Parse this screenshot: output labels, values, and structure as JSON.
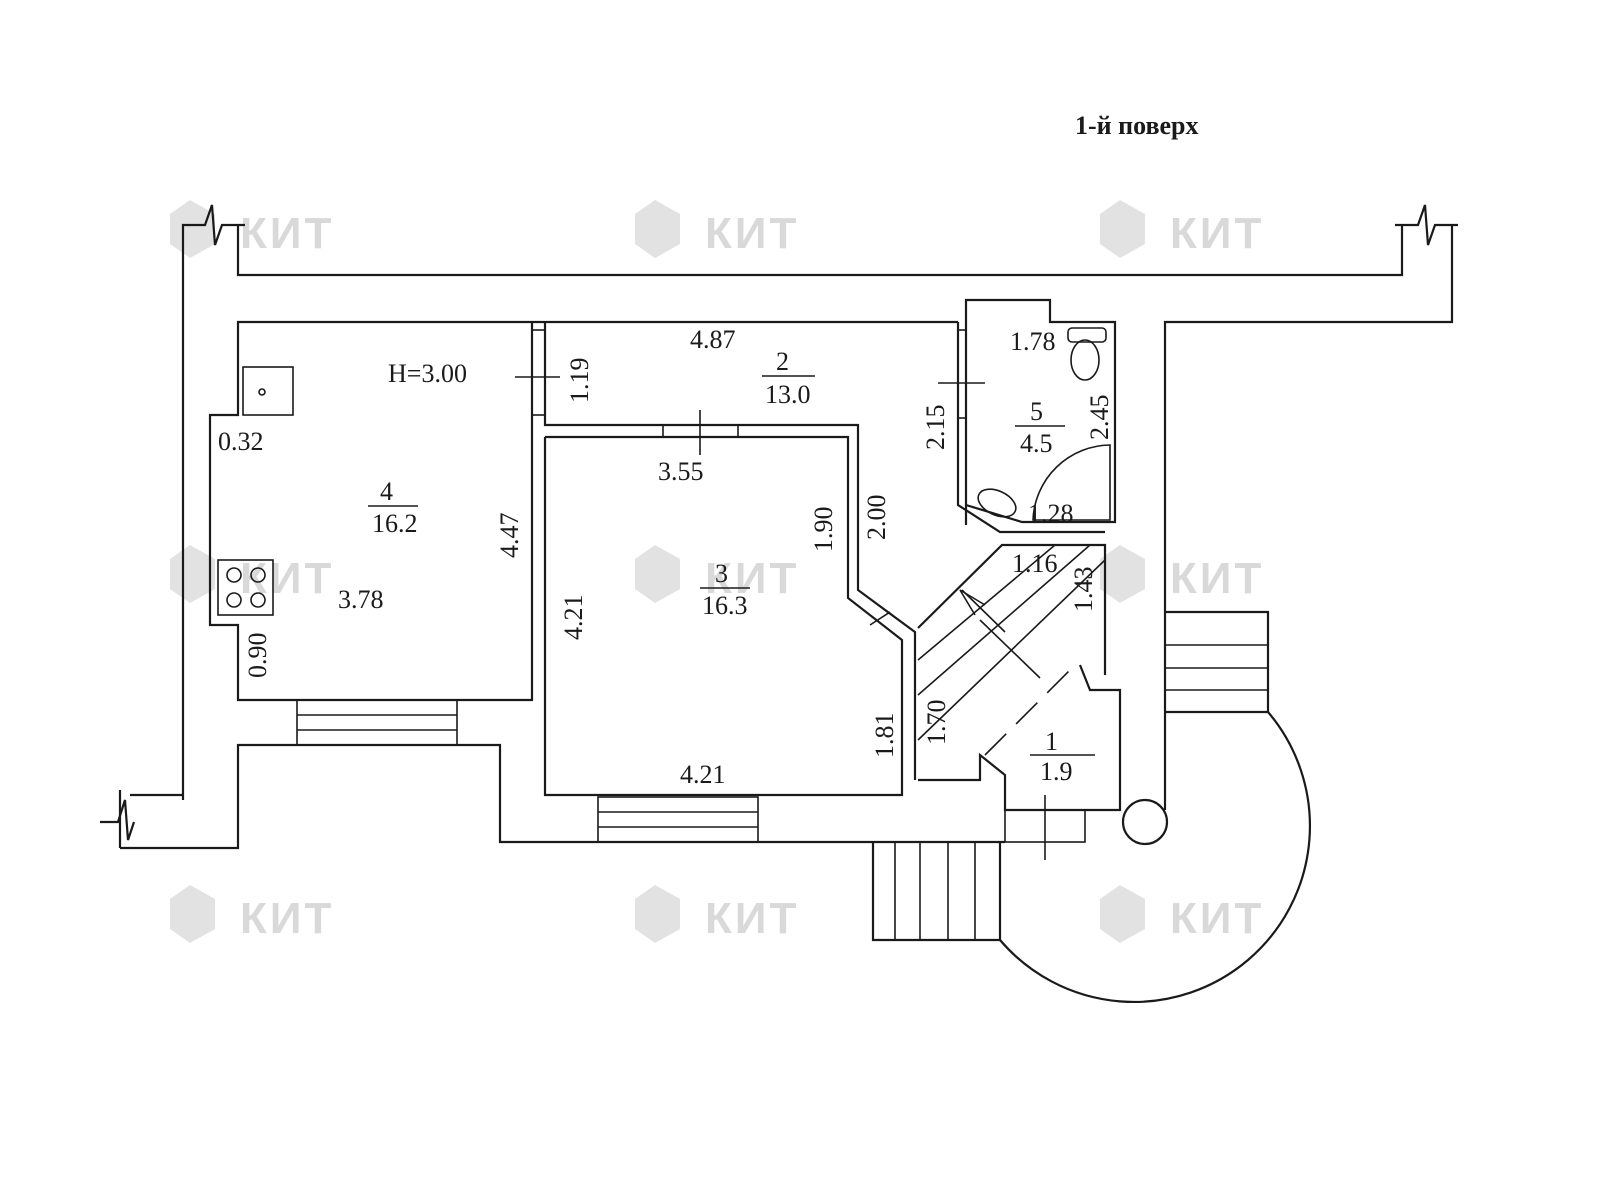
{
  "title": "1-й поверх",
  "watermark": "КИТ",
  "ceiling_height": "H=3.00",
  "rooms": [
    {
      "number": "1",
      "area": "1.9"
    },
    {
      "number": "2",
      "area": "13.0"
    },
    {
      "number": "3",
      "area": "16.3"
    },
    {
      "number": "4",
      "area": "16.2"
    },
    {
      "number": "5",
      "area": "4.5"
    }
  ],
  "dimensions": {
    "room4_left_top": "0.32",
    "room4_width": "3.78",
    "room4_height": "4.47",
    "room4_left_bottom": "0.90",
    "room2_width": "4.87",
    "room2_height": "1.19",
    "room3_top": "3.55",
    "room3_left": "4.21",
    "room3_bottom": "4.21",
    "room3_right_upper": "1.90",
    "room3_right_lower": "1.81",
    "corridor": "2.00",
    "room5_top": "1.78",
    "room5_left": "2.15",
    "room5_right": "2.45",
    "room5_bottom": "1.28",
    "stair_width": "1.16",
    "stair_right": "1.43",
    "stair_left": "1.70"
  }
}
